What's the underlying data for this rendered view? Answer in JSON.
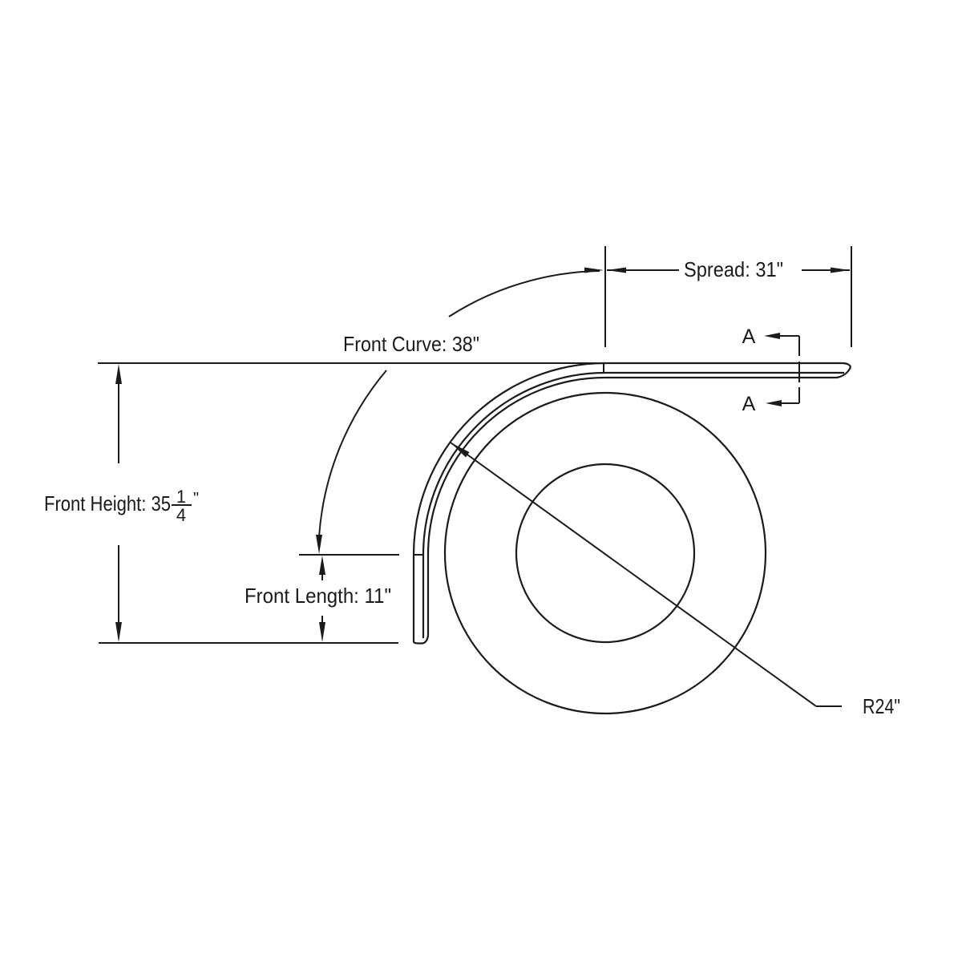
{
  "drawing": {
    "type": "fender-dimension-diagram",
    "labels": {
      "spread": "Spread: 31\"",
      "front_curve": "Front Curve: 38\"",
      "front_height_prefix": "Front Height: 35",
      "front_height_fraction_numerator": "1",
      "front_height_fraction_denominator": "4",
      "front_height_unit": "\"",
      "front_length": "Front Length: 11\"",
      "radius": "R24\"",
      "section_marker_top": "A",
      "section_marker_bottom": "A"
    },
    "dimensions_inches": {
      "spread": 31,
      "front_curve": 38,
      "front_height": 35.25,
      "front_length": 11,
      "radius": 24
    },
    "colors": {
      "line": "#1b1b1b",
      "background": "#ffffff"
    }
  }
}
